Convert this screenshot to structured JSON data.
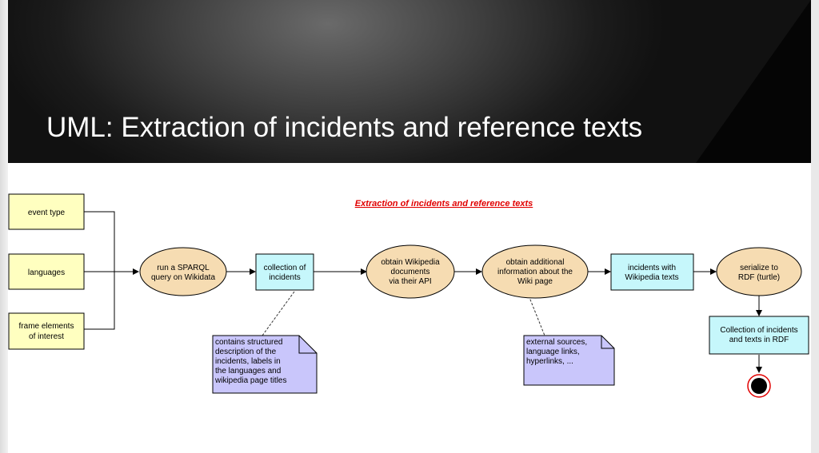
{
  "slide": {
    "title": "UML: Extraction of incidents and reference texts"
  },
  "diagram": {
    "heading": "Extraction of incidents and reference texts",
    "inputs": [
      "event type",
      "languages",
      "frame elements",
      "of interest"
    ],
    "activities": {
      "sparql": [
        "run a SPARQL",
        "query on Wikidata"
      ],
      "wikipedia": [
        "obtain Wikipedia",
        "documents",
        "via their API"
      ],
      "additional": [
        "obtain additional",
        "information about the",
        "Wiki page"
      ],
      "serialize": [
        "serialize to",
        "RDF (turtle)"
      ]
    },
    "objects": {
      "collection": [
        "collection of",
        "incidents"
      ],
      "texts": [
        "incidents with",
        "Wikipedia texts"
      ],
      "final": [
        "Collection of incidents",
        "and texts in RDF"
      ]
    },
    "notes": {
      "incidents": [
        "contains structured",
        "description of the",
        "incidents, labels in",
        "the languages and",
        "wikipedia page titles"
      ],
      "sources": [
        "external sources,",
        "language links,",
        "hyperlinks, ..."
      ]
    },
    "colors": {
      "input_fill": "#ffffc0",
      "activity_fill": "#f6dcb2",
      "object_fill": "#c6f7fb",
      "note_fill": "#c9c6fb",
      "heading_color": "#e10000"
    }
  }
}
